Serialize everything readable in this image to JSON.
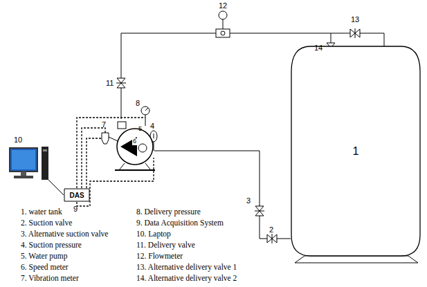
{
  "diagram": {
    "nodes": [
      {
        "text": [
          "1"
        ]
      },
      {
        "text": [
          "DAS"
        ]
      }
    ],
    "labels": [
      "2",
      "3",
      "4",
      "5",
      "6",
      "7",
      "8",
      "9",
      "10",
      "11",
      "12",
      "13",
      "14",
      "1. water tank",
      "2. Suction valve",
      "3. Alternative suction valve",
      "4. Suction pressure",
      "5. Water pump",
      "6. Speed meter",
      "7. Vibration meter",
      "8. Delivery pressure",
      "9. Data Acquisition System",
      "10. Laptop",
      "11. Delivery valve",
      "12. Flowmeter",
      "13. Alternative delivery valve 1",
      "14. Alternative delivery valve 2"
    ]
  }
}
